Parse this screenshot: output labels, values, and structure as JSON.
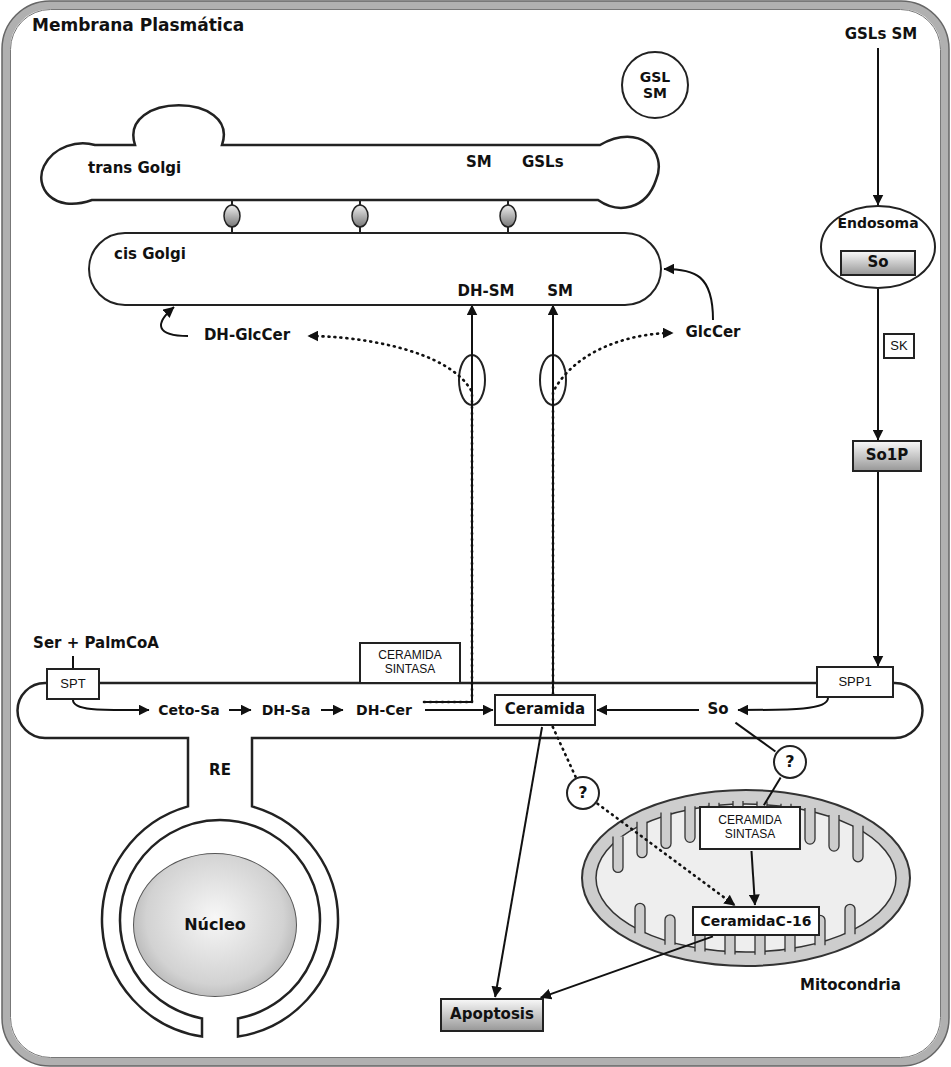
{
  "diagram": {
    "nodes": [
      {
        "text": [
          "Membrana Plasmática"
        ]
      },
      {
        "text": [
          "GSLs SM"
        ],
        "in": 0
      },
      {
        "text": [
          "GSL SM"
        ],
        "in": 0
      },
      {
        "text": [
          "trans Golgi",
          "SM",
          "GSLs"
        ],
        "in": 0
      },
      {
        "text": [
          "cis Golgi"
        ],
        "in": 0
      },
      {
        "text": [
          "DH-SM"
        ],
        "in": 4
      },
      {
        "text": [
          "SM"
        ],
        "in": 4
      },
      {
        "text": [
          "DH-GlcCer"
        ],
        "in": 0
      },
      {
        "text": [
          "GlcCer"
        ],
        "in": 0
      },
      {
        "text": [
          "Endosoma"
        ],
        "in": 0
      },
      {
        "text": [
          "So"
        ],
        "in": 9
      },
      {
        "text": [
          "SK"
        ],
        "in": 0
      },
      {
        "text": [
          "So1P"
        ],
        "in": 0
      },
      {
        "text": [
          "Ser + PalmCoA"
        ],
        "in": 0
      },
      {
        "text": [
          "RE"
        ],
        "in": 0
      },
      {
        "text": [
          "SPT"
        ],
        "in": 14
      },
      {
        "text": [
          "CERAMIDA SINTASA"
        ],
        "in": 14
      },
      {
        "text": [
          "SPP1"
        ],
        "in": 14
      },
      {
        "text": [
          "Ceto-Sa"
        ],
        "in": 14
      },
      {
        "text": [
          "DH-Sa"
        ],
        "in": 14
      },
      {
        "text": [
          "DH-Cer"
        ],
        "in": 14
      },
      {
        "text": [
          "Ceramida"
        ],
        "in": 14
      },
      {
        "text": [
          "So"
        ],
        "in": 14
      },
      {
        "text": [
          "Núcleo"
        ],
        "in": 14
      },
      {
        "text": [
          "?"
        ],
        "in": 0
      },
      {
        "text": [
          "?"
        ],
        "in": 0
      },
      {
        "text": [
          "Mitocondria"
        ],
        "in": 0
      },
      {
        "text": [
          "CERAMIDA SINTASA"
        ],
        "in": 26
      },
      {
        "text": [
          "CeramidaC-16"
        ],
        "in": 26
      },
      {
        "text": [
          "Apoptosis"
        ],
        "in": 0
      }
    ],
    "edges": [
      {
        "from": 1,
        "to": 9,
        "arrow": "to"
      },
      {
        "from": 9,
        "to": 12,
        "arrow": "to"
      },
      {
        "from": 12,
        "to": 17,
        "arrow": "to"
      },
      {
        "from": 17,
        "to": 22,
        "arrow": "to"
      },
      {
        "from": 13,
        "to": 15,
        "arrow": "none"
      },
      {
        "from": 15,
        "to": 18,
        "arrow": "to"
      },
      {
        "from": 18,
        "to": 19,
        "arrow": "to"
      },
      {
        "from": 19,
        "to": 20,
        "arrow": "to"
      },
      {
        "from": 20,
        "to": 21,
        "arrow": "to"
      },
      {
        "from": 22,
        "to": 21,
        "arrow": "to"
      },
      {
        "from": 20,
        "to": 5,
        "arrow": "to"
      },
      {
        "from": 21,
        "to": 6,
        "arrow": "to"
      },
      {
        "from": 20,
        "to": 7,
        "arrow": "to"
      },
      {
        "from": 21,
        "to": 8,
        "arrow": "to"
      },
      {
        "from": 7,
        "to": 4,
        "arrow": "to"
      },
      {
        "from": 8,
        "to": 4,
        "arrow": "to"
      },
      {
        "from": 22,
        "to": 24,
        "arrow": "none"
      },
      {
        "from": 24,
        "to": 27,
        "arrow": "none"
      },
      {
        "from": 27,
        "to": 28,
        "arrow": "to"
      },
      {
        "from": 21,
        "to": 25,
        "arrow": "none"
      },
      {
        "from": 25,
        "to": 28,
        "arrow": "to"
      },
      {
        "from": 21,
        "to": 29,
        "arrow": "to"
      },
      {
        "from": 28,
        "to": 29,
        "arrow": "to"
      }
    ]
  }
}
